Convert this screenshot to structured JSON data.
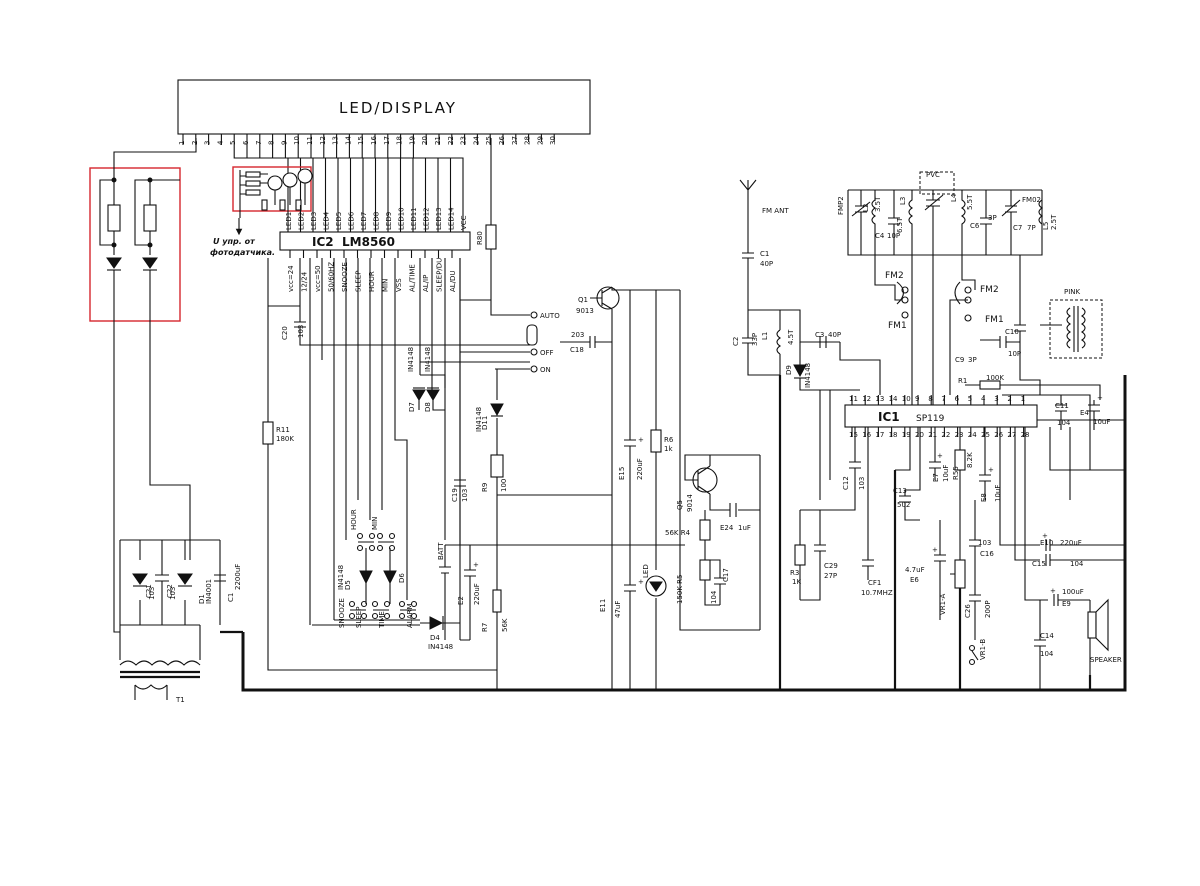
{
  "display": {
    "title": "LED/DISPLAY",
    "pins": [
      "1",
      "2",
      "3",
      "4",
      "5",
      "6",
      "7",
      "8",
      "9",
      "10",
      "11",
      "12",
      "13",
      "14",
      "15",
      "16",
      "17",
      "18",
      "19",
      "20",
      "21",
      "22",
      "23",
      "24",
      "25",
      "26",
      "27",
      "28",
      "29",
      "30"
    ]
  },
  "ic2": {
    "name": "IC2",
    "part": "LM8560",
    "top_pins": [
      "LED1",
      "LED2",
      "LED3",
      "LED4",
      "LED5",
      "LED6",
      "LED7",
      "LED8",
      "LED9",
      "LED10",
      "LED11",
      "LED12",
      "LED13",
      "LED14",
      "VCC"
    ],
    "bottom_pins": [
      "vcc=24",
      "12/24",
      "vcc=50",
      "50/60HZ",
      "SNOOZE",
      "SLEEP",
      "HOUR",
      "MIN",
      "VSS",
      "AL/TIME",
      "AL/IP",
      "SLEEP/DU",
      "AL/DU"
    ]
  },
  "ic1": {
    "name": "IC1",
    "part": "SP119"
  },
  "annotation": {
    "line1": "U упр. от",
    "line2": "фотодатчика."
  },
  "switch": {
    "auto": "AUTO",
    "off": "OFF",
    "on": "ON"
  },
  "labels": {
    "fm_ant": "FM ANT",
    "pvc": "PVC",
    "pink": "PINK",
    "speaker": "SPEAKER",
    "batt": "BATT",
    "t1": "T1",
    "fm1": "FM1",
    "fm2": "FM2",
    "fm1b": "FM1",
    "fm2b": "FM2",
    "hour": "HOUR",
    "min": "MIN",
    "snooze": "SNOOZE",
    "sleep": "SLEEP",
    "time": "TIME",
    "alarm": "ALARM"
  },
  "components": {
    "r80": "R80",
    "r11": "R11",
    "r11v": "180K",
    "c20": "C20",
    "c20v": "103",
    "q1": "Q1",
    "q1v": "9013",
    "c18": "C18",
    "c18v": "203",
    "c19": "C19",
    "c19v": "103",
    "d7": "D7",
    "d8": "D8",
    "d78v": "IN4148",
    "d11": "D11",
    "d11v": "IN4148",
    "r9": "R9",
    "r9v": "100",
    "e15": "E15",
    "e15v": "220uF",
    "r6": "R6",
    "r6v": "1k",
    "e2": "E2",
    "e2v": "220uF",
    "r7": "R7",
    "r7v": "56K",
    "e11": "E11",
    "e11v": "47uF",
    "led": "LED",
    "d4": "D4",
    "d4v": "IN4148",
    "d5": "D5",
    "d5v": "IN4148",
    "d6": "D6",
    "q5": "Q5",
    "q5v": "9014",
    "e24": "E24",
    "e24v": "1uF",
    "r4": "56K R4",
    "r5": "150K R5",
    "c17": "C17",
    "c17v": "104",
    "c1": "C1",
    "c1v": "40P",
    "c2": "C2",
    "c2v": "33P",
    "l1": "L1",
    "l1v": "4.5T",
    "c3": "C3",
    "c3v": "40P",
    "d9": "D9",
    "d9v": "IN4148",
    "fmp2": "FMP2",
    "l2": "L2",
    "l2v": "3.5T",
    "c4": "C4",
    "c4v": "10P",
    "l3": "L3",
    "l3v": "6.5T",
    "l4": "L4",
    "l4v": "5.5T",
    "c6": "C6",
    "c6v": "3P",
    "fm02": "FM02",
    "c7": "C7",
    "c7v": "7P",
    "l5": "L5",
    "l5v": "2.5T",
    "c10": "C10",
    "c10v": "10P",
    "c9": "C9",
    "c9v": "3P",
    "r1": "R1",
    "r1v": "100K",
    "c11": "C11",
    "c11v": "104",
    "e4": "E4",
    "e4v": "10uF",
    "c12": "C12",
    "c12v": "103",
    "c13": "C13",
    "c13v": "502",
    "e7": "E7",
    "e7v": "10uF",
    "r55": "R55",
    "r55v": "8.2K",
    "e8": "E8",
    "e8v": "10uF",
    "r3": "R3",
    "r3v": "1K",
    "c29": "C29",
    "c29v": "27P",
    "cf1": "CF1",
    "cf1v": "10.7MHZ",
    "e6": "E6",
    "e6v": "4.7uF",
    "vr1a": "VR1-A",
    "c16": "C16",
    "c16v": "103",
    "c26": "C26",
    "c26v": "200P",
    "vr1b": "VR1-B",
    "e10": "E10",
    "e10v": "220uF",
    "c15": "C15",
    "c15v": "104",
    "e9": "E9",
    "e9v": "100uF",
    "c14": "C14",
    "c14v": "104",
    "c21": "C21",
    "c21v": "103",
    "c22": "C22",
    "c22v": "103",
    "d1": "D1",
    "d1v": "IN4001",
    "c1b": "C1",
    "c1bv": "2200uF"
  },
  "colors": {
    "ink": "#111111",
    "highlight": "#d6262e",
    "paper": "#ffffff"
  }
}
